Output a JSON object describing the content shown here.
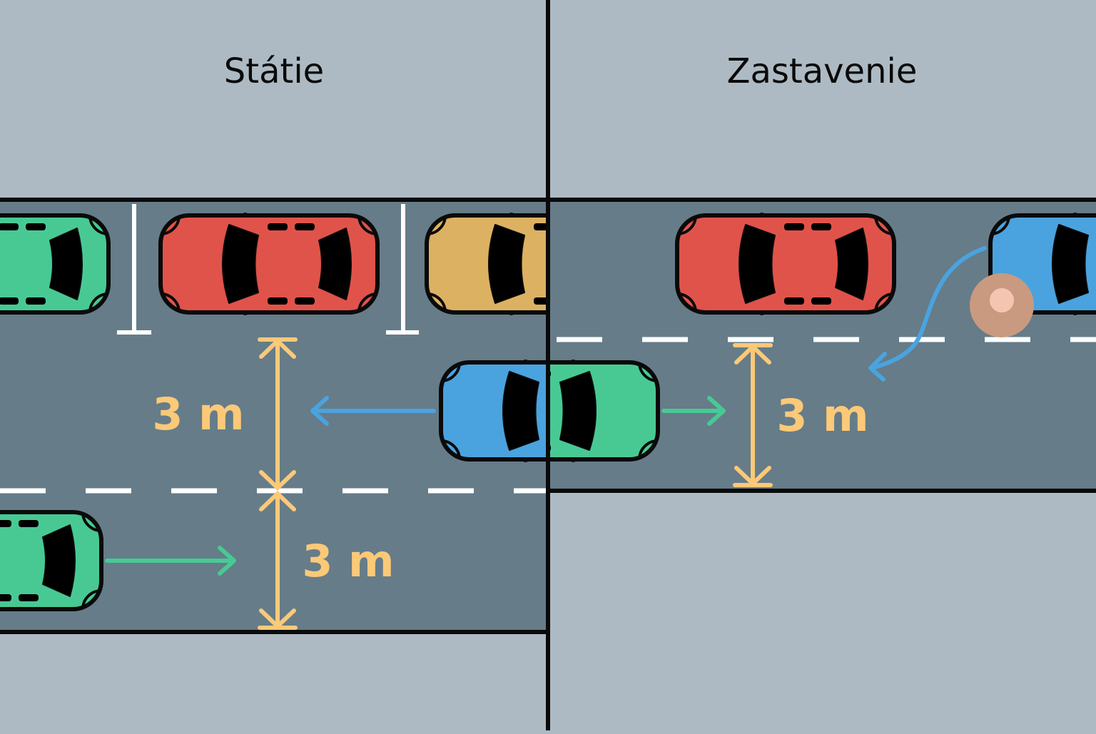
{
  "panels": {
    "left": {
      "title": "Státie"
    },
    "right": {
      "title": "Zastavenie"
    }
  },
  "measurements": {
    "left_upper": "3 m",
    "left_lower": "3 m",
    "right": "3 m"
  },
  "colors": {
    "background": "#adbac3",
    "road": "#667c89",
    "car_green": "#48c994",
    "car_red": "#e0534a",
    "car_yellow": "#dcb162",
    "car_blue": "#4aa3df",
    "measure": "#fbc978",
    "arrow_blue": "#4aa3df",
    "arrow_green": "#48c994",
    "outline": "#0a0a0a"
  }
}
